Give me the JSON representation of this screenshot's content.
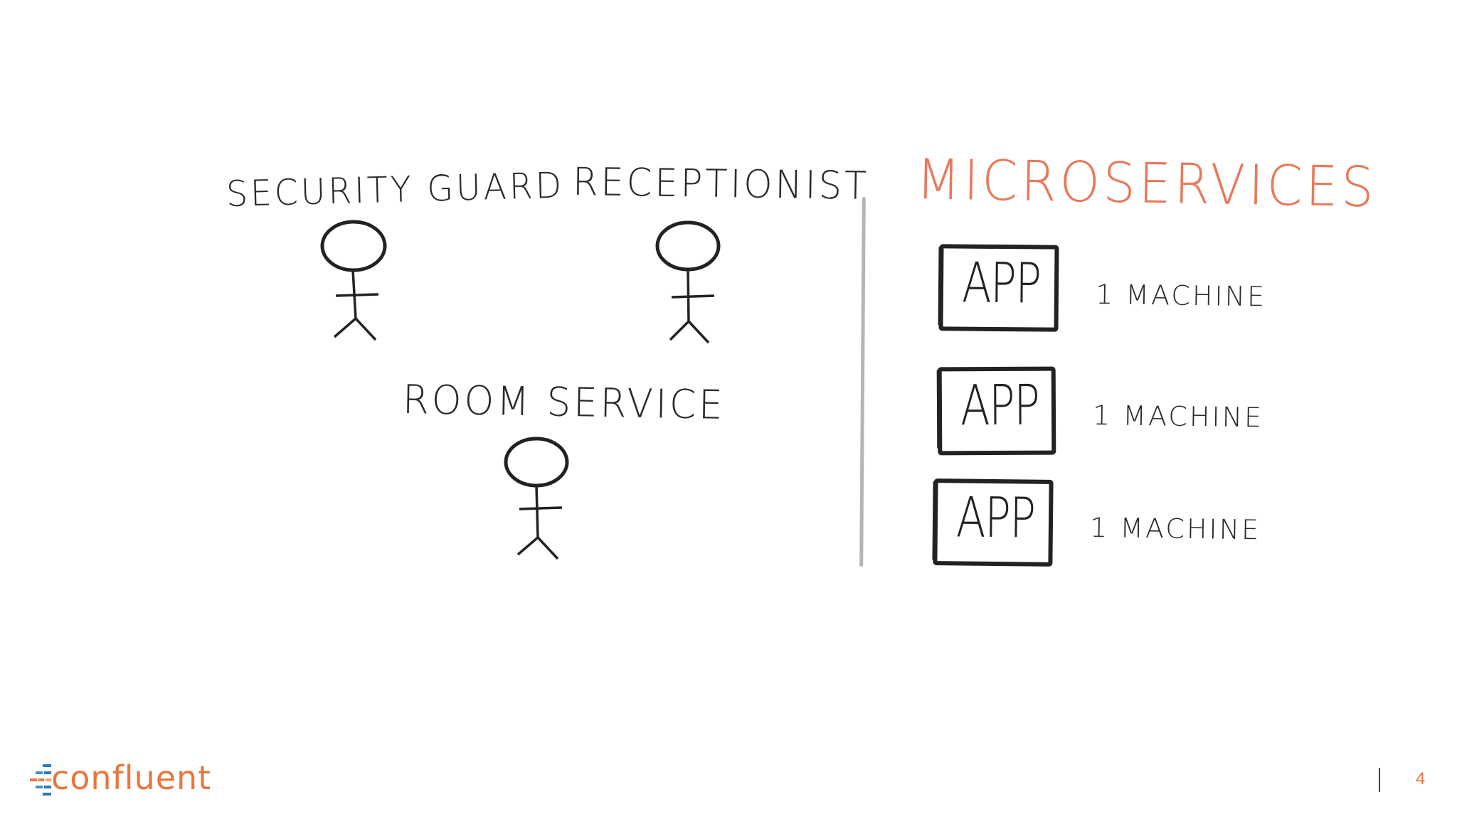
{
  "diagram": {
    "roles": [
      {
        "label": "SECURITY GUARD"
      },
      {
        "label": "RECEPTIONIST"
      },
      {
        "label": "ROOM SERVICE"
      }
    ],
    "heading": "MICROSERVICES",
    "apps": [
      {
        "box_label": "APP",
        "note": "1 MACHINE"
      },
      {
        "box_label": "APP",
        "note": "1 MACHINE"
      },
      {
        "box_label": "APP",
        "note": "1 MACHINE"
      }
    ]
  },
  "footer": {
    "logo_text": "confluent",
    "page_number": "4"
  },
  "colors": {
    "ink": "#2a2a2a",
    "accent": "#e67a5d",
    "divider": "#b5b5b3",
    "brand": "#e8763c"
  },
  "icons": [
    "stick-figure-icon",
    "confluent-logo-icon"
  ]
}
